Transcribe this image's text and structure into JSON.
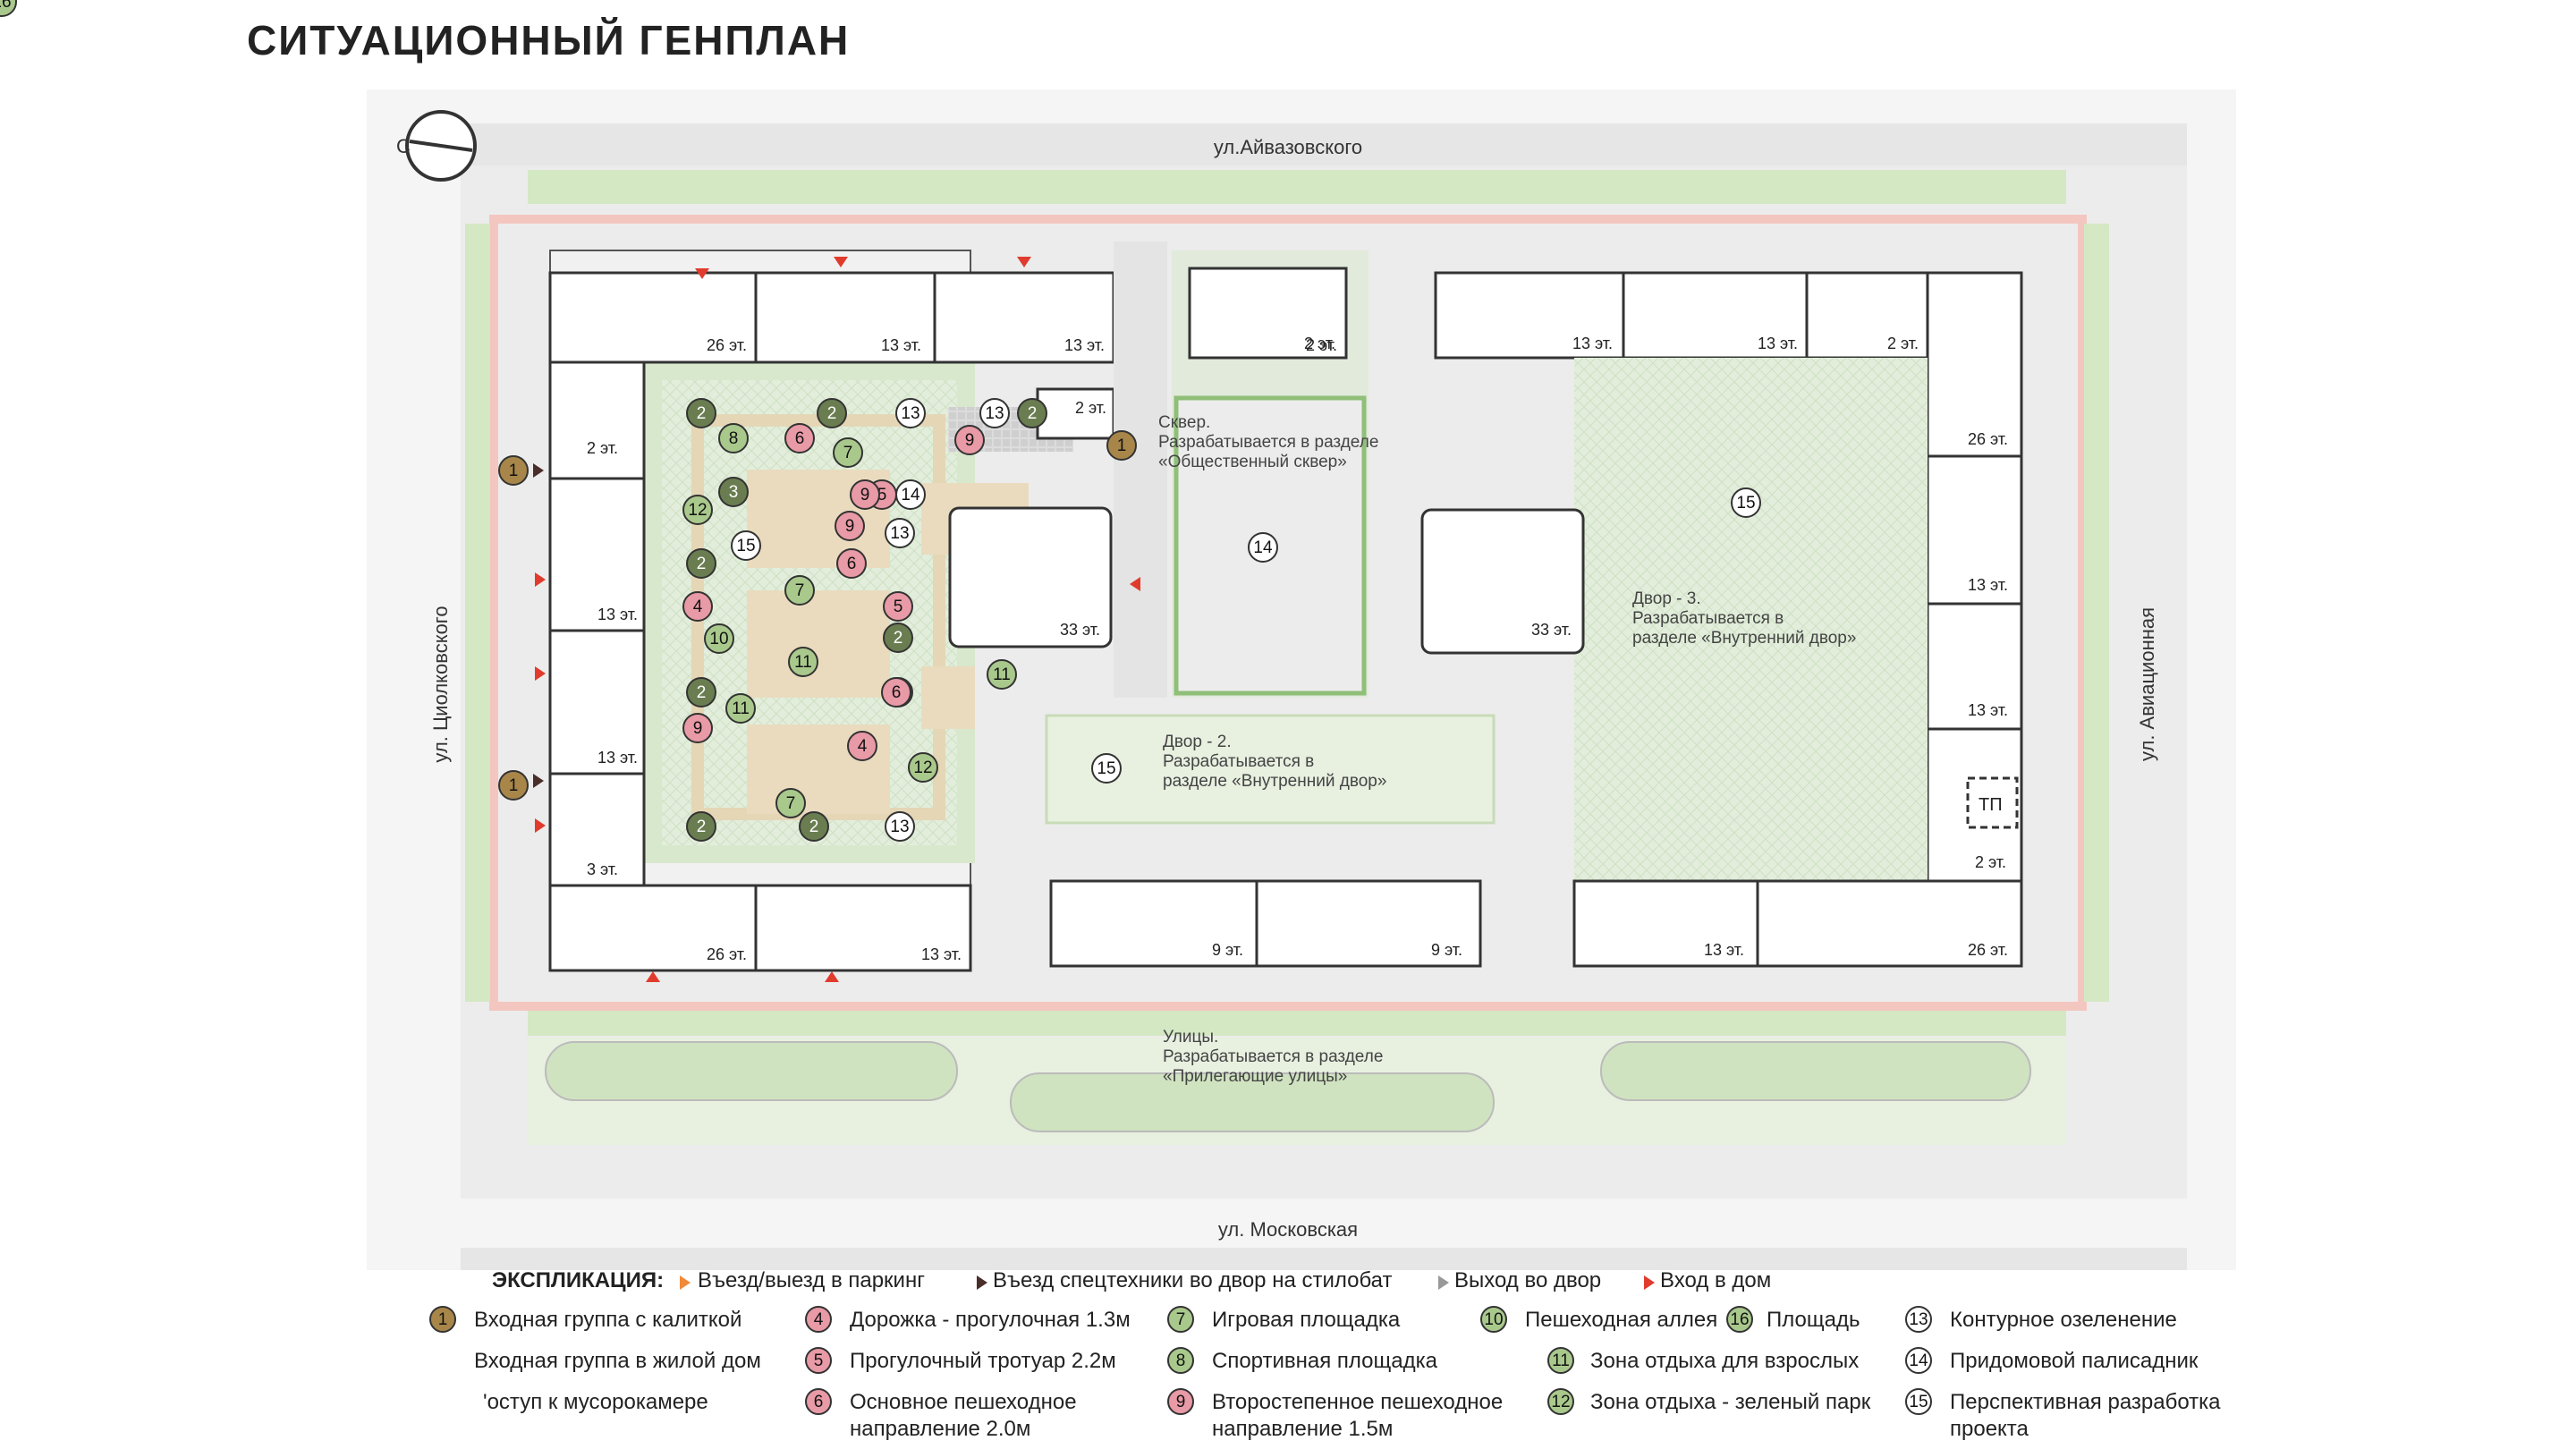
{
  "title": "СИТУАЦИОННЫЙ ГЕНПЛАН",
  "compass_letter": "С",
  "colors": {
    "road": "#e6e6e6",
    "green": "#d4e8c4",
    "building": "#ffffff",
    "bike_lane": "#f4c6c0",
    "badge_olive": "#6a7d50",
    "badge_green": "#a9c98c",
    "badge_pink": "#e89aa6",
    "badge_brown": "#a8864a",
    "arrow_red": "#e03b2c",
    "arrow_dark": "#4a2e2a"
  },
  "streets": {
    "top": "ул.Айвазовского",
    "left": "ул. Циолковского",
    "right": "ул. Авиационная",
    "bottom": "ул. Московская"
  },
  "floors": {
    "b1": "26 эт.",
    "b2": "13 эт.",
    "b3": "13 эт.",
    "b4": "2 эт.",
    "b5": "2 эт.",
    "b6": "13 эт.",
    "b7": "13 эт.",
    "b8": "3 эт.",
    "b9": "26 эт.",
    "b10": "13 эт.",
    "b11": "33 эт.",
    "b12": "2 эт.",
    "b13": "13 эт.",
    "b14": "13 эт.",
    "b15": "2 эт.",
    "b16": "26 эт.",
    "b17": "13 эт.",
    "b18": "13 эт.",
    "b19": "2 эт.",
    "b20": "13 эт.",
    "b21": "26 эт.",
    "b22": "33 эт.",
    "b23": "9 эт.",
    "b24": "9 эт.",
    "b25": "2 эт."
  },
  "tp_label": "ТП",
  "zones": {
    "skver": [
      "Сквер.",
      "Разрабатывается в разделе",
      "«Общественный сквер»"
    ],
    "dvor2": [
      "Двор - 2.",
      "Разрабатывается в",
      "разделе «Внутренний двор»"
    ],
    "dvor3": [
      "Двор - 3.",
      "Разрабатывается в",
      "разделе «Внутренний двор»"
    ],
    "streets": [
      "Улицы.",
      "Разрабатывается в разделе",
      "«Прилегающие улицы»"
    ]
  },
  "badges": [
    {
      "n": "1",
      "c": "brown"
    },
    {
      "n": "1",
      "c": "brown"
    },
    {
      "n": "1",
      "c": "brown"
    },
    {
      "n": "2",
      "c": "olive"
    },
    {
      "n": "2",
      "c": "olive"
    },
    {
      "n": "2",
      "c": "olive"
    },
    {
      "n": "2",
      "c": "olive"
    },
    {
      "n": "2",
      "c": "olive"
    },
    {
      "n": "2",
      "c": "olive"
    },
    {
      "n": "2",
      "c": "olive"
    },
    {
      "n": "2",
      "c": "olive"
    },
    {
      "n": "2",
      "c": "olive"
    },
    {
      "n": "3",
      "c": "olive"
    },
    {
      "n": "4",
      "c": "pink"
    },
    {
      "n": "4",
      "c": "pink"
    },
    {
      "n": "5",
      "c": "pink"
    },
    {
      "n": "5",
      "c": "pink"
    },
    {
      "n": "6",
      "c": "pink"
    },
    {
      "n": "6",
      "c": "pink"
    },
    {
      "n": "6",
      "c": "pink"
    },
    {
      "n": "7",
      "c": "green"
    },
    {
      "n": "7",
      "c": "green"
    },
    {
      "n": "7",
      "c": "green"
    },
    {
      "n": "8",
      "c": "green"
    },
    {
      "n": "9",
      "c": "pink"
    },
    {
      "n": "9",
      "c": "pink"
    },
    {
      "n": "9",
      "c": "pink"
    },
    {
      "n": "9",
      "c": "pink"
    },
    {
      "n": "10",
      "c": "green"
    },
    {
      "n": "11",
      "c": "green"
    },
    {
      "n": "11",
      "c": "green"
    },
    {
      "n": "11",
      "c": "green"
    },
    {
      "n": "12",
      "c": "green"
    },
    {
      "n": "12",
      "c": "green"
    },
    {
      "n": "13",
      "c": "white"
    },
    {
      "n": "13",
      "c": "white"
    },
    {
      "n": "13",
      "c": "white"
    },
    {
      "n": "13",
      "c": "white"
    },
    {
      "n": "14",
      "c": "white"
    },
    {
      "n": "14",
      "c": "white"
    },
    {
      "n": "15",
      "c": "white"
    },
    {
      "n": "15",
      "c": "white"
    },
    {
      "n": "15",
      "c": "white"
    },
    {
      "n": "16",
      "c": "green"
    }
  ],
  "legend": {
    "heading": "ЭКСПЛИКАЦИЯ:",
    "arrows": [
      {
        "label": "Въезд/выезд в паркинг",
        "kind": "orange"
      },
      {
        "label": "Въезд спецтехники во двор на стилобат",
        "kind": "dark"
      },
      {
        "label": "Выход во двор",
        "kind": "white"
      },
      {
        "label": "Вход в дом",
        "kind": "red"
      }
    ],
    "col1": [
      {
        "n": "1",
        "label": "Входная группа с калиткой"
      },
      {
        "n": "",
        "label": "Входная группа в жилой дом"
      },
      {
        "n": "",
        "label": "'оступ к мусорокамере"
      }
    ],
    "col2": [
      {
        "n": "4",
        "label": "Дорожка - прогулочная 1.3м"
      },
      {
        "n": "5",
        "label": "Прогулочный тротуар 2.2м"
      },
      {
        "n": "6",
        "label": "Основное пешеходное",
        "label2": "направление 2.0м"
      }
    ],
    "col3": [
      {
        "n": "7",
        "label": "Игровая площадка"
      },
      {
        "n": "8",
        "label": "Спортивная площадка"
      },
      {
        "n": "9",
        "label": "Второстепенное пешеходное",
        "label2": "направление 1.5м"
      }
    ],
    "col4": [
      {
        "n": "10",
        "label": "Пешеходная аллея"
      },
      {
        "n": "11",
        "label": "Зона отдыха для взрослых"
      },
      {
        "n": "12",
        "label": "Зона отдыха - зеленый парк"
      }
    ],
    "col4b": {
      "n": "16",
      "label": "Площадь"
    },
    "col5": [
      {
        "n": "13",
        "label": "Контурное озеленение"
      },
      {
        "n": "14",
        "label": "Придомовой палисадник"
      },
      {
        "n": "15",
        "label": "Перспективная разработка",
        "label2": "проекта"
      }
    ]
  }
}
